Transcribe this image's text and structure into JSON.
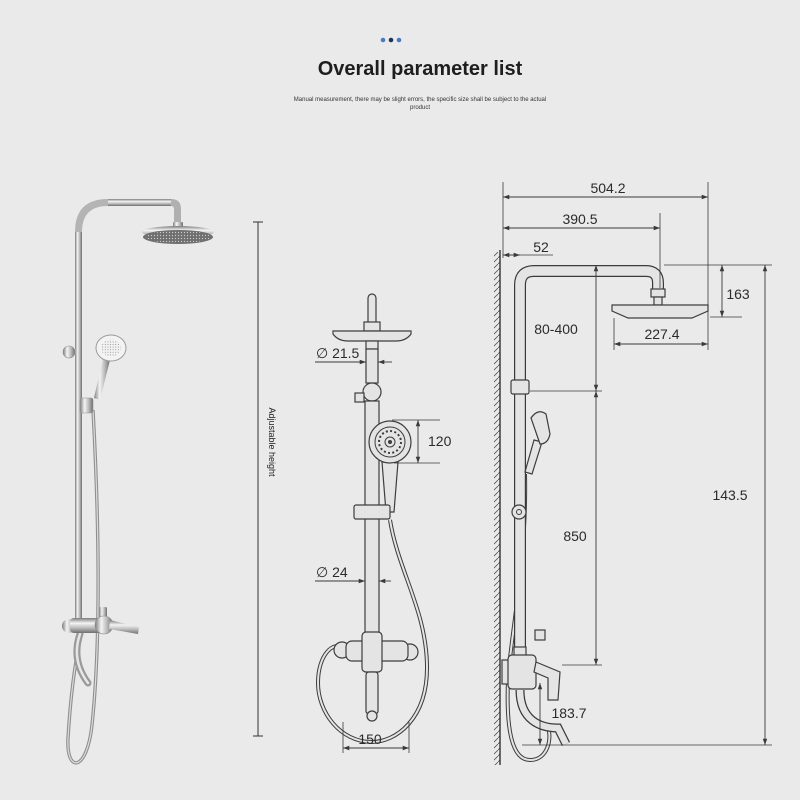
{
  "header": {
    "dots": [
      "#4a7bc2",
      "#1f3358",
      "#4a7bc2"
    ],
    "title": "Overall parameter list",
    "subtitle_line1": "Manual measurement, there may be slight errors, the specific size shall be subject to the actual",
    "subtitle_line2": "product"
  },
  "photo": {
    "adjustable_height_label": "Adjustable height"
  },
  "front_view": {
    "head_pipe_diameter": "∅ 21.5",
    "hand_shower_height": "120",
    "riser_diameter": "∅ 24",
    "mixer_width": "150"
  },
  "side_view": {
    "overall_depth": "504.2",
    "arm_reach": "390.5",
    "wall_offset": "52",
    "head_drop": "163",
    "head_diameter": "227.4",
    "slider_range": "80-400",
    "slider_to_mixer": "850",
    "total_height": "143.5",
    "spout_height": "183.7"
  },
  "colors": {
    "background": "#eaeaea"
  }
}
